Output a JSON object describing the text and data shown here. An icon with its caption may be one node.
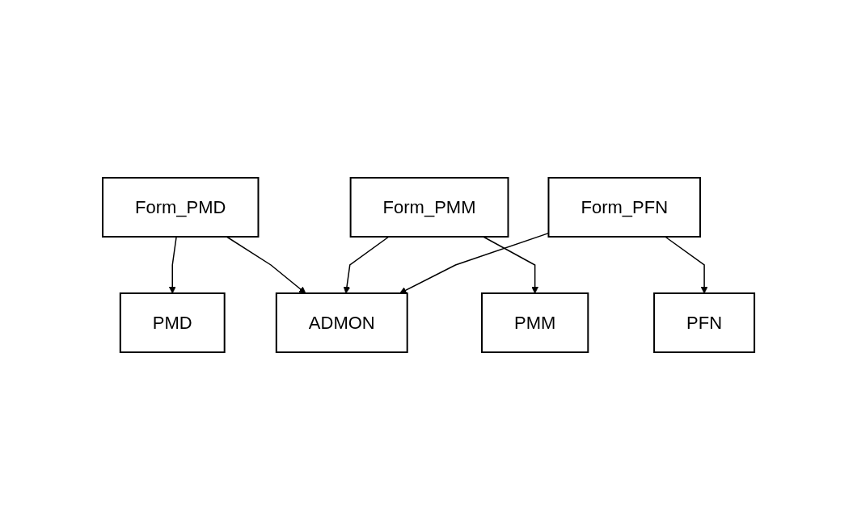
{
  "diagram": {
    "nodes": [
      {
        "text": [
          "Form_PMD"
        ]
      },
      {
        "text": [
          "Form_PMM"
        ]
      },
      {
        "text": [
          "Form_PFN"
        ]
      },
      {
        "text": [
          "PMD"
        ]
      },
      {
        "text": [
          "PMM"
        ]
      },
      {
        "text": [
          "PFN"
        ]
      },
      {
        "text": [
          "ADMON"
        ]
      }
    ],
    "edges": [
      {
        "from": 0,
        "to": 3,
        "arrow": "to"
      },
      {
        "from": 1,
        "to": 4,
        "arrow": "to"
      },
      {
        "from": 2,
        "to": 5,
        "arrow": "to"
      },
      {
        "from": 0,
        "to": 6,
        "arrow": "to"
      },
      {
        "from": 1,
        "to": 6,
        "arrow": "to"
      },
      {
        "from": 2,
        "to": 6,
        "arrow": "to"
      }
    ]
  }
}
